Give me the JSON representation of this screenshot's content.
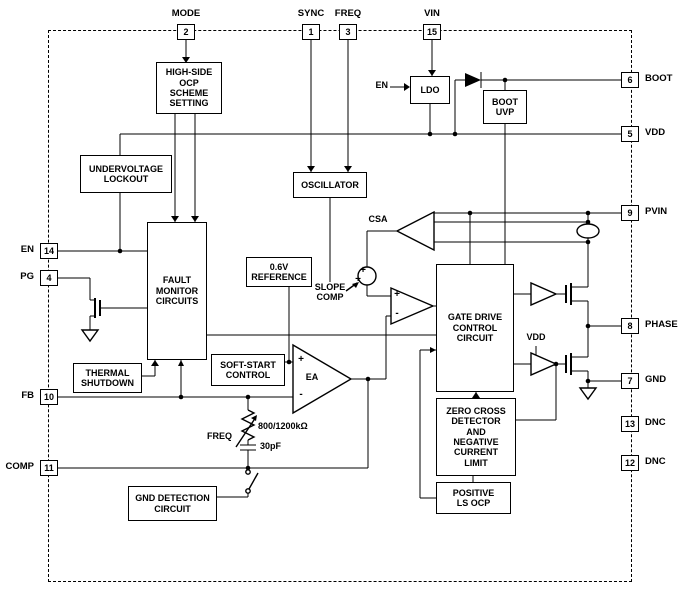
{
  "diagram": {
    "pins": {
      "top": [
        {
          "num": "2",
          "label": "MODE"
        },
        {
          "num": "1",
          "label": "SYNC"
        },
        {
          "num": "3",
          "label": "FREQ"
        },
        {
          "num": "15",
          "label": "VIN"
        }
      ],
      "left": [
        {
          "num": "14",
          "label": "EN"
        },
        {
          "num": "4",
          "label": "PG"
        },
        {
          "num": "10",
          "label": "FB"
        },
        {
          "num": "11",
          "label": "COMP"
        }
      ],
      "right": [
        {
          "num": "6",
          "label": "BOOT"
        },
        {
          "num": "5",
          "label": "VDD"
        },
        {
          "num": "9",
          "label": "PVIN"
        },
        {
          "num": "8",
          "label": "PHASE"
        },
        {
          "num": "7",
          "label": "GND"
        },
        {
          "num": "13",
          "label": "DNC"
        },
        {
          "num": "12",
          "label": "DNC"
        }
      ]
    },
    "blocks": {
      "ocp_setting": "HIGH-SIDE\nOCP\nSCHEME\nSETTING",
      "uvlo": "UNDERVOLTAGE\nLOCKOUT",
      "oscillator": "OSCILLATOR",
      "ldo": "LDO",
      "boot_uvp": "BOOT\nUVP",
      "fault_monitor": "FAULT\nMONITOR\nCIRCUITS",
      "reference": "0.6V\nREFERENCE",
      "gate_drive": "GATE DRIVE\nCONTROL\nCIRCUIT",
      "thermal_shutdown": "THERMAL\nSHUTDOWN",
      "soft_start": "SOFT-START\nCONTROL",
      "zero_cross": "ZERO CROSS\nDETECTOR\nAND\nNEGATIVE\nCURRENT\nLIMIT",
      "positive_ls_ocp": "POSITIVE\nLS OCP",
      "gnd_detection": "GND DETECTION\nCIRCUIT"
    },
    "labels": {
      "csa": "CSA",
      "ea": "EA",
      "slope_comp": "SLOPE\nCOMP",
      "vdd_internal": "VDD",
      "en_ldo": "EN",
      "freq": "FREQ",
      "resistor_value": "800/1200kΩ",
      "cap_value": "30pF",
      "plus": "+",
      "minus": "-"
    },
    "colors": {
      "line": "#000000",
      "background": "#ffffff"
    }
  }
}
